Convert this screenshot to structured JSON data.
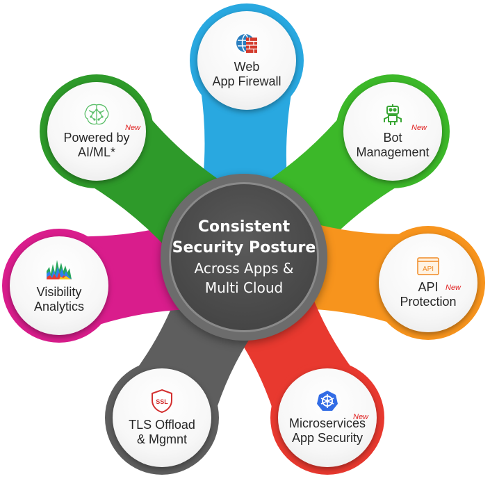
{
  "center": {
    "line1": "Consistent",
    "line2": "Security Posture",
    "line3": "Across Apps &",
    "line4": "Multi Cloud"
  },
  "new_tag": "New",
  "nodes": [
    {
      "id": "waf",
      "line1": "Web",
      "line2": "App Firewall",
      "new": false,
      "color": "#29a8e0",
      "icon": "firewall-icon"
    },
    {
      "id": "bot",
      "line1": "Bot",
      "line2": "Management",
      "new": true,
      "color": "#3cb829",
      "icon": "robot-icon"
    },
    {
      "id": "api",
      "line1": "API",
      "line2": "Protection",
      "new": true,
      "color": "#f7941d",
      "icon": "api-icon"
    },
    {
      "id": "micro",
      "line1": "Microservices",
      "line2": "App Security",
      "new": true,
      "color": "#e8392f",
      "icon": "kubernetes-icon"
    },
    {
      "id": "tls",
      "line1": "TLS Offload",
      "line2": "& Mgmnt",
      "new": false,
      "color": "#5e5e5e",
      "icon": "ssl-icon"
    },
    {
      "id": "vis",
      "line1": "Visibility",
      "line2": "Analytics",
      "new": false,
      "color": "#d91d8c",
      "icon": "analytics-icon"
    },
    {
      "id": "ai",
      "line1": "Powered by",
      "line2": "AI/ML*",
      "new": true,
      "color": "#2e9a2a",
      "icon": "brain-icon"
    }
  ]
}
